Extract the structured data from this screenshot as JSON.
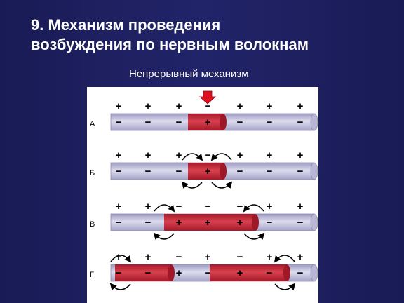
{
  "slide": {
    "title_line1": "9. Механизм проведения",
    "title_line2": "возбуждения по нервным волокнам",
    "subtitle": "Непрерывный механизм"
  },
  "diagram": {
    "rows": [
      {
        "label": "А",
        "top_signs": [
          "+",
          "+",
          "+",
          "−",
          "+",
          "+",
          "+"
        ],
        "bottom_signs": [
          "−",
          "−",
          "−",
          "+",
          "−",
          "−",
          "−"
        ]
      },
      {
        "label": "Б",
        "top_signs": [
          "+",
          "+",
          "+",
          "−",
          "+",
          "+",
          "+"
        ],
        "bottom_signs": [
          "−",
          "−",
          "−",
          "+",
          "−",
          "−",
          "−"
        ]
      },
      {
        "label": "В",
        "top_signs": [
          "+",
          "+",
          "−",
          "−",
          "−",
          "+",
          "+"
        ],
        "bottom_signs": [
          "−",
          "−",
          "+",
          "+",
          "+",
          "−",
          "−"
        ]
      },
      {
        "label": "Г",
        "top_signs": [
          "+",
          "+",
          "−",
          "+",
          "−",
          "+",
          "+"
        ],
        "bottom_signs": [
          "−",
          "−",
          "+",
          "−",
          "+",
          "−",
          "−"
        ]
      }
    ],
    "colors": {
      "axon": "#c9c8e0",
      "axon_edge": "#8e8cae",
      "active": "#c8283a",
      "active_dark": "#9e1828",
      "stimulus_arrow": "#e01020"
    },
    "icons": [
      "stimulus-arrow-icon",
      "current-loop-arrow-icon"
    ]
  }
}
